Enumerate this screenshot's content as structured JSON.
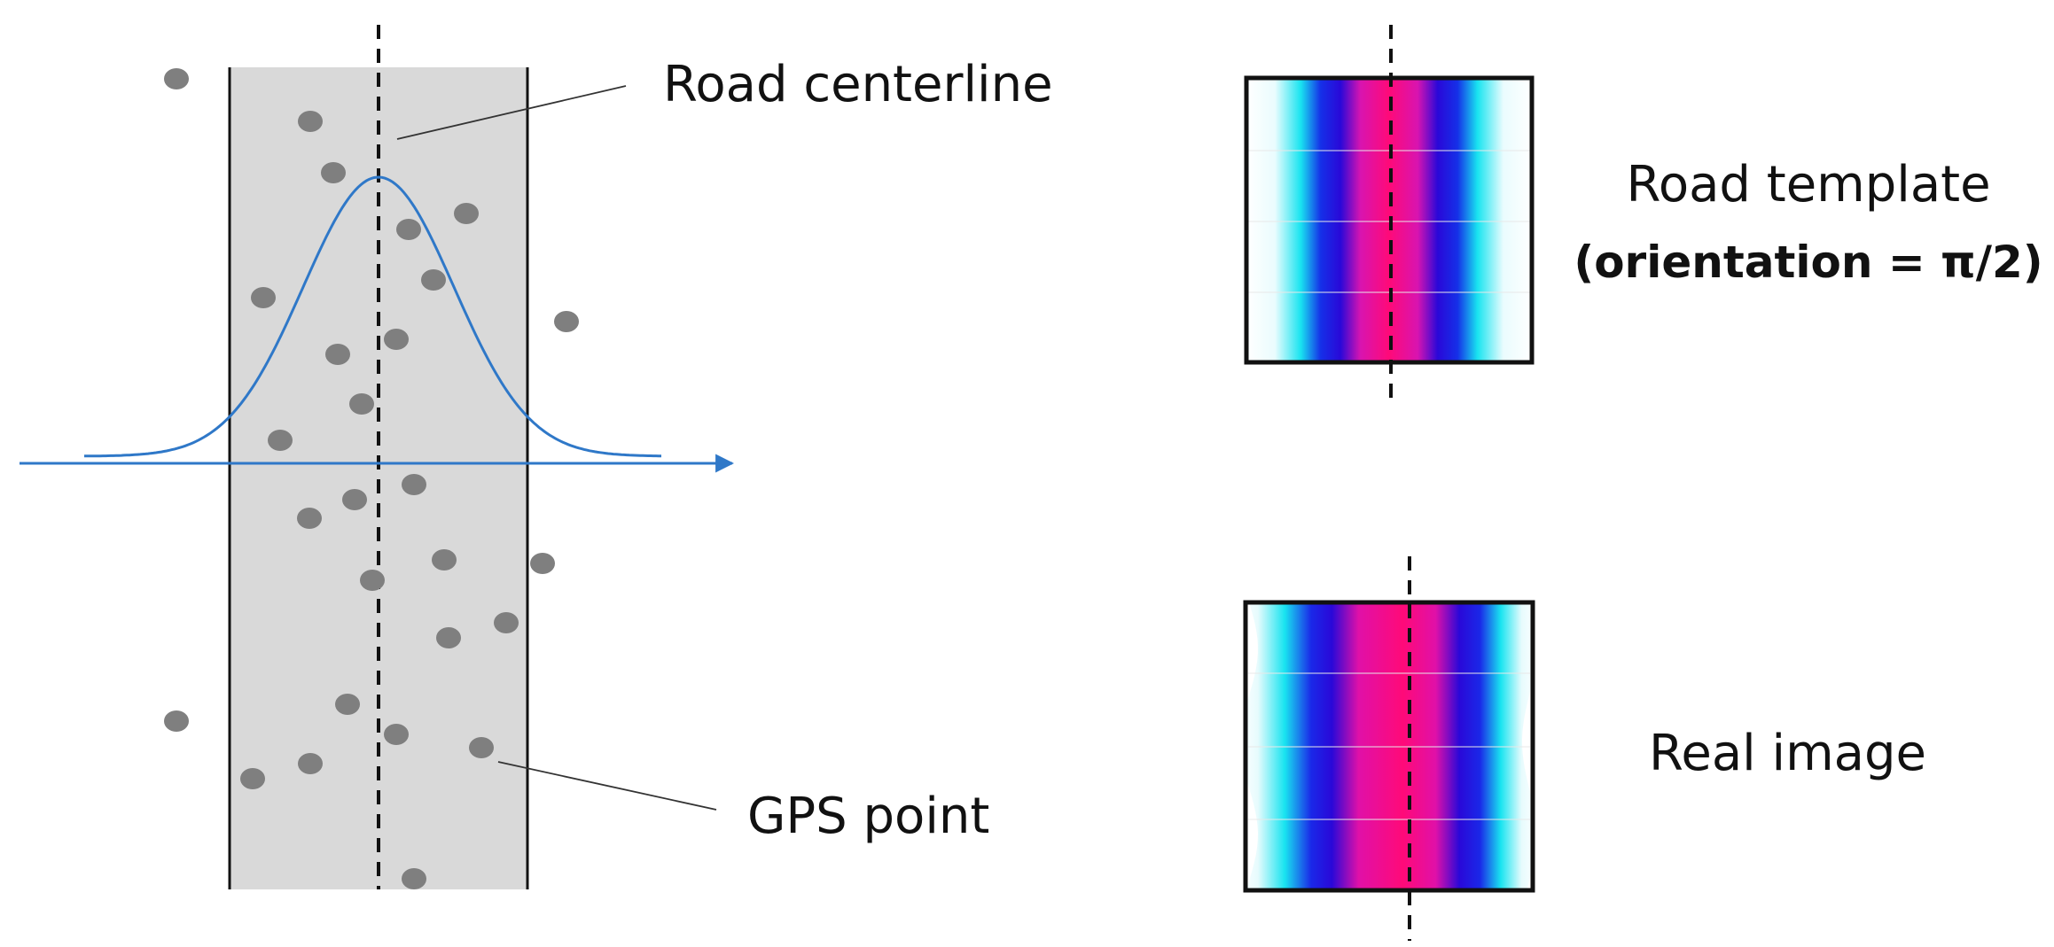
{
  "labels": {
    "road_centerline": "Road centerline",
    "gps_point": "GPS point",
    "road_template": "Road template",
    "orientation": "(orientation = π/2)",
    "real_image": "Real image"
  },
  "colors": {
    "road_band": "#d9d9d9",
    "gps_point": "#7f7f7f",
    "gaussian_curve": "#2f78c8",
    "axis": "#2f78c8",
    "template_center": "#ff0a78",
    "template_mid": "#1a10e0",
    "template_outer": "#19e4f0"
  }
}
